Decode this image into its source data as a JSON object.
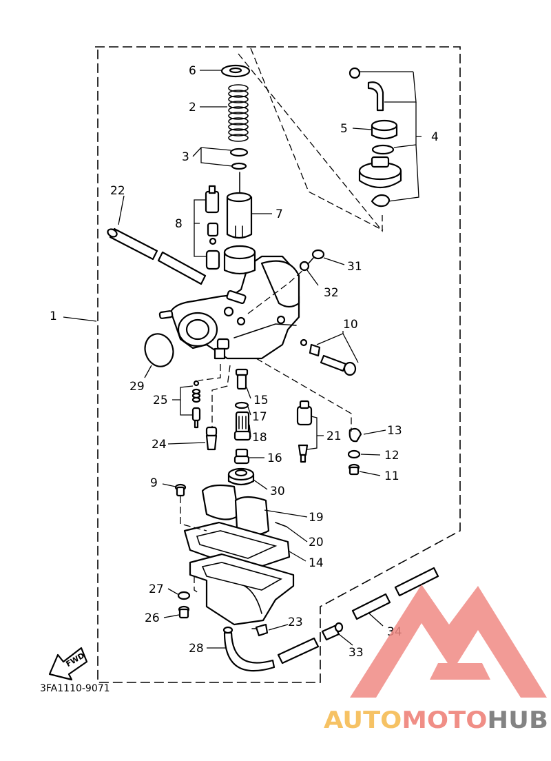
{
  "diagram": {
    "callouts": [
      "6",
      "2",
      "3",
      "4",
      "5",
      "7",
      "8",
      "22",
      "31",
      "32",
      "1",
      "10",
      "29",
      "25",
      "15",
      "17",
      "18",
      "13",
      "21",
      "12",
      "24",
      "16",
      "11",
      "9",
      "30",
      "19",
      "20",
      "14",
      "27",
      "26",
      "23",
      "34",
      "28",
      "33"
    ],
    "diagram_code": "3FA1110-9071",
    "fwd_label": "FWD"
  },
  "watermark": {
    "part1": "AUTO",
    "part2": "MOTO",
    "part3": "HUB",
    "colors": {
      "orange": "#f5b84a",
      "salmon": "#ee7b72",
      "gray": "#6e6e6e",
      "logo": "#f08a84"
    }
  }
}
